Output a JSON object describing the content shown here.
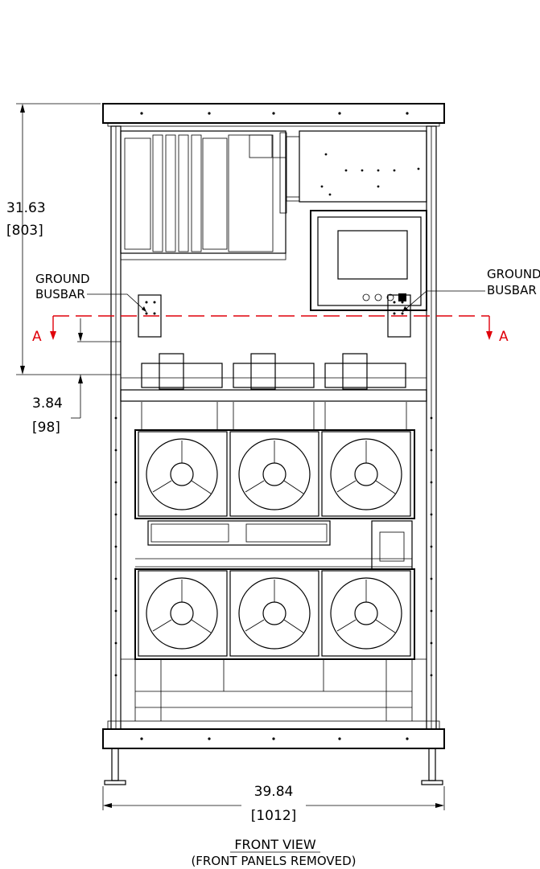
{
  "dimensions": {
    "height_top": {
      "value": "31.63",
      "metric": "[803]"
    },
    "height_small": {
      "value": "3.84",
      "metric": "[98]"
    },
    "width": {
      "value": "39.84",
      "metric": "[1012]"
    }
  },
  "labels": {
    "ground_left_1": "GROUND",
    "ground_left_2": "BUSBAR",
    "ground_right_1": "GROUND",
    "ground_right_2": "BUSBAR",
    "section_left": "A",
    "section_right": "A"
  },
  "caption": {
    "title": "FRONT VIEW",
    "subtitle": "(FRONT PANELS REMOVED)"
  },
  "colors": {
    "section_line": "#e0000a",
    "linework": "#000000"
  }
}
